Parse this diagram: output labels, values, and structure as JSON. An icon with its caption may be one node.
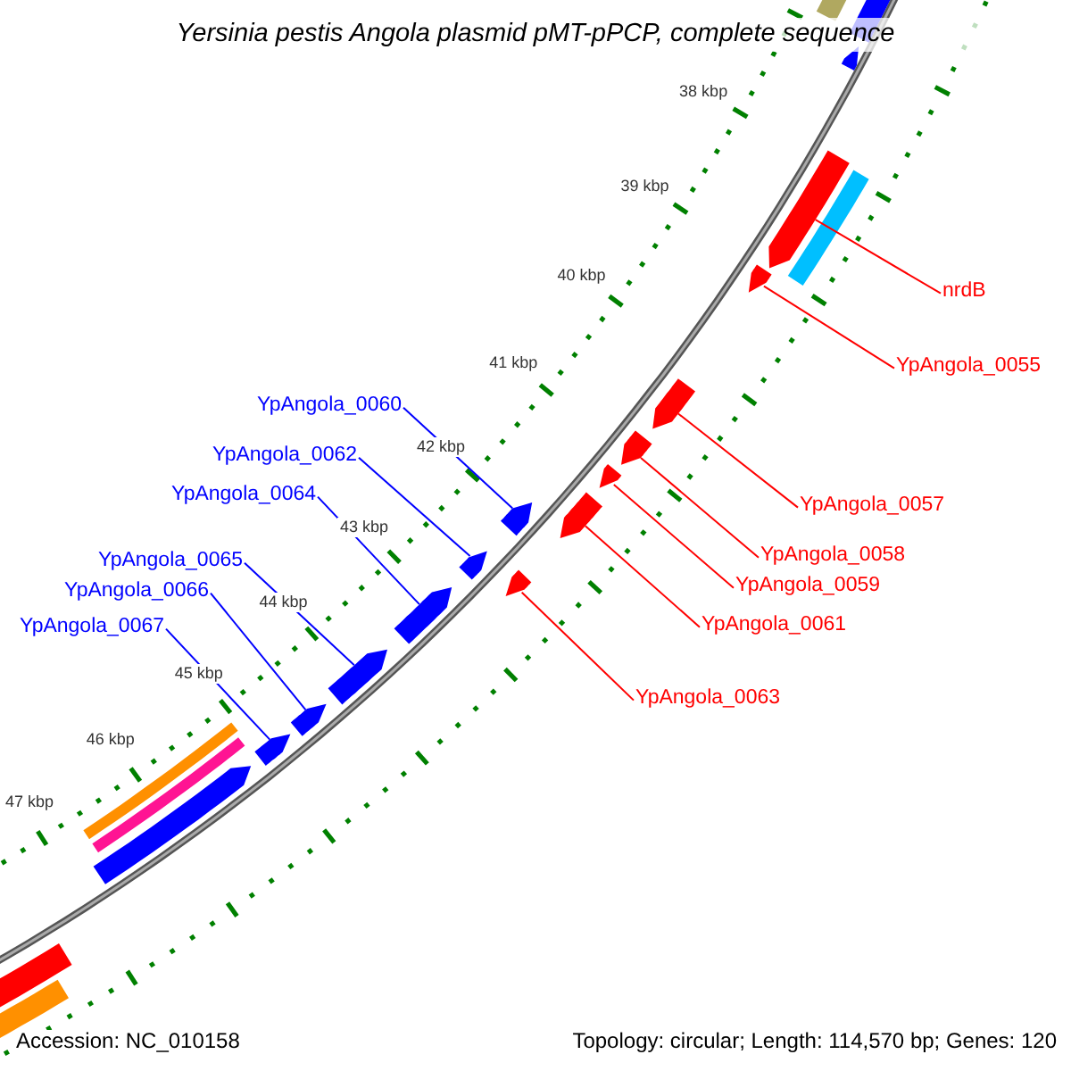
{
  "diagram": {
    "title": "Yersinia pestis Angola plasmid pMT-pPCP, complete sequence",
    "nodes": [
      {
        "text": [
          "nrdB"
        ]
      },
      {
        "text": [
          "YpAngola_0055"
        ]
      },
      {
        "text": [
          "YpAngola_0060"
        ]
      },
      {
        "text": [
          "YpAngola_0057"
        ]
      },
      {
        "text": [
          "YpAngola_0062"
        ]
      },
      {
        "text": [
          "YpAngola_0064"
        ]
      },
      {
        "text": [
          "YpAngola_0058"
        ]
      },
      {
        "text": [
          "YpAngola_0059"
        ]
      },
      {
        "text": [
          "YpAngola_0065"
        ]
      },
      {
        "text": [
          "YpAngola_0061"
        ]
      },
      {
        "text": [
          "YpAngola_0066"
        ]
      },
      {
        "text": [
          "YpAngola_0067"
        ]
      },
      {
        "text": [
          "YpAngola_0063"
        ]
      },
      {
        "text": [],
        "shape": "arrow"
      },
      {
        "text": [],
        "shape": "arrow"
      },
      {
        "text": [],
        "shape": "arrow"
      },
      {
        "text": [],
        "shape": "arrow"
      },
      {
        "text": [],
        "shape": "arrow"
      },
      {
        "text": [],
        "shape": "arrow"
      },
      {
        "text": [],
        "shape": "arrow"
      },
      {
        "text": [],
        "shape": "arrow"
      },
      {
        "text": [],
        "shape": "arrow"
      },
      {
        "text": [],
        "shape": "arrow"
      },
      {
        "text": [],
        "shape": "arrow"
      },
      {
        "text": [],
        "shape": "arrow"
      },
      {
        "text": [],
        "shape": "arrow"
      }
    ],
    "edges": [
      {
        "from": 0,
        "to": 13,
        "arrow": "none"
      },
      {
        "from": 1,
        "to": 14,
        "arrow": "none"
      },
      {
        "from": 2,
        "to": 16,
        "arrow": "none",
        "color": "#0000ff"
      },
      {
        "from": 3,
        "to": 15,
        "arrow": "none"
      },
      {
        "from": 4,
        "to": 20,
        "arrow": "none",
        "color": "#0000ff"
      },
      {
        "from": 5,
        "to": 21,
        "arrow": "none",
        "color": "#0000ff"
      },
      {
        "from": 6,
        "to": 17,
        "arrow": "none"
      },
      {
        "from": 7,
        "to": 18,
        "arrow": "none"
      },
      {
        "from": 8,
        "to": 23,
        "arrow": "none",
        "color": "#0000ff"
      },
      {
        "from": 9,
        "to": 19,
        "arrow": "none"
      },
      {
        "from": 10,
        "to": 24,
        "arrow": "none",
        "color": "#0000ff"
      },
      {
        "from": 11,
        "to": 25,
        "arrow": "none",
        "color": "#0000ff"
      },
      {
        "from": 12,
        "to": 22,
        "arrow": "none"
      }
    ],
    "labels": [
      "38 kbp",
      "39 kbp",
      "40 kbp",
      "41 kbp",
      "42 kbp",
      "43 kbp",
      "44 kbp",
      "45 kbp",
      "46 kbp",
      "47 kbp",
      "Accession: NC_010158",
      "Topology: circular; Length: 114,570 bp; Genes: 120"
    ]
  }
}
